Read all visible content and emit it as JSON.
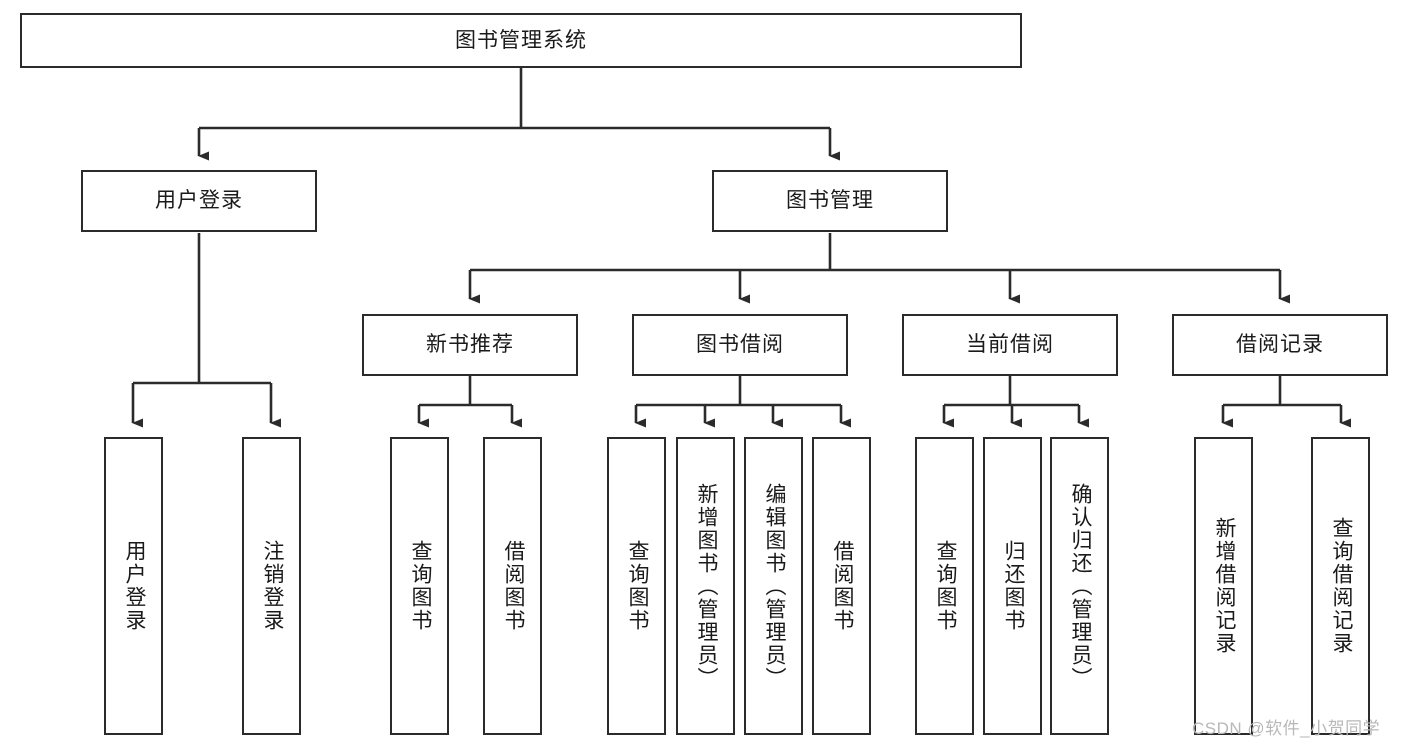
{
  "diagram": {
    "type": "tree",
    "title": "图书管理系统",
    "orientation": "top-down",
    "watermark": "CSDN @软件_小贺同学",
    "colors": {
      "box_border": "#2b2b2b",
      "box_fill": "#ffffff",
      "connector": "#2b2b2b",
      "text": "#1a1a1a",
      "watermark": "#b8b8b8",
      "background": "#ffffff"
    },
    "nodes": {
      "root": {
        "label": "图书管理系统",
        "level": 1
      },
      "user_login": {
        "label": "用户登录",
        "level": 2
      },
      "book_manage": {
        "label": "图书管理",
        "level": 2
      },
      "new_book_rec": {
        "label": "新书推荐",
        "level": 3
      },
      "book_borrow": {
        "label": "图书借阅",
        "level": 3
      },
      "current_borrow": {
        "label": "当前借阅",
        "level": 3
      },
      "borrow_record": {
        "label": "借阅记录",
        "level": 3
      }
    },
    "leaves": {
      "user_login": [
        {
          "label": "用户登录"
        },
        {
          "label": "注销登录"
        }
      ],
      "new_book_rec": [
        {
          "label": "查询图书"
        },
        {
          "label": "借阅图书"
        }
      ],
      "book_borrow": [
        {
          "label": "查询图书"
        },
        {
          "label": "新增图书（管理员）"
        },
        {
          "label": "编辑图书（管理员）"
        },
        {
          "label": "借阅图书"
        }
      ],
      "current_borrow": [
        {
          "label": "查询图书"
        },
        {
          "label": "归还图书"
        },
        {
          "label": "确认归还（管理员）"
        }
      ],
      "borrow_record": [
        {
          "label": "新增借阅记录"
        },
        {
          "label": "查询借阅记录"
        }
      ]
    }
  }
}
